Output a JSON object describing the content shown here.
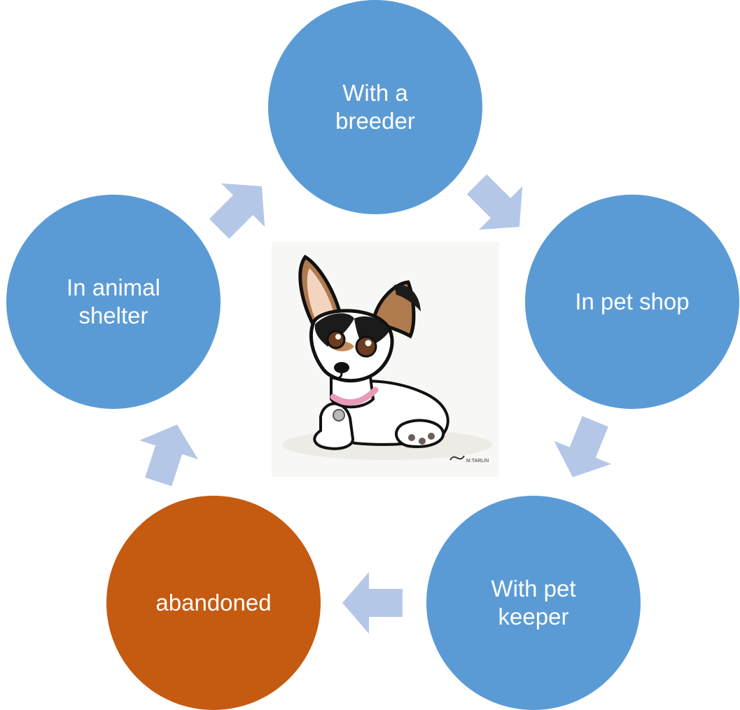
{
  "diagram": {
    "nodes": [
      {
        "id": "breeder",
        "lines": [
          "With a",
          "breeder"
        ],
        "color": "#5b9bd5"
      },
      {
        "id": "petshop",
        "lines": [
          "In pet shop"
        ],
        "color": "#5b9bd5"
      },
      {
        "id": "keeper",
        "lines": [
          "With pet",
          "keeper"
        ],
        "color": "#5b9bd5"
      },
      {
        "id": "abandoned",
        "lines": [
          "abandoned"
        ],
        "color": "#c55a11"
      },
      {
        "id": "shelter",
        "lines": [
          "In animal",
          "shelter"
        ],
        "color": "#5b9bd5"
      }
    ],
    "arrow_color": "#b4c7e7",
    "center_image": "cartoon-dog-illustration",
    "signature_text": "M.TARLIN"
  }
}
